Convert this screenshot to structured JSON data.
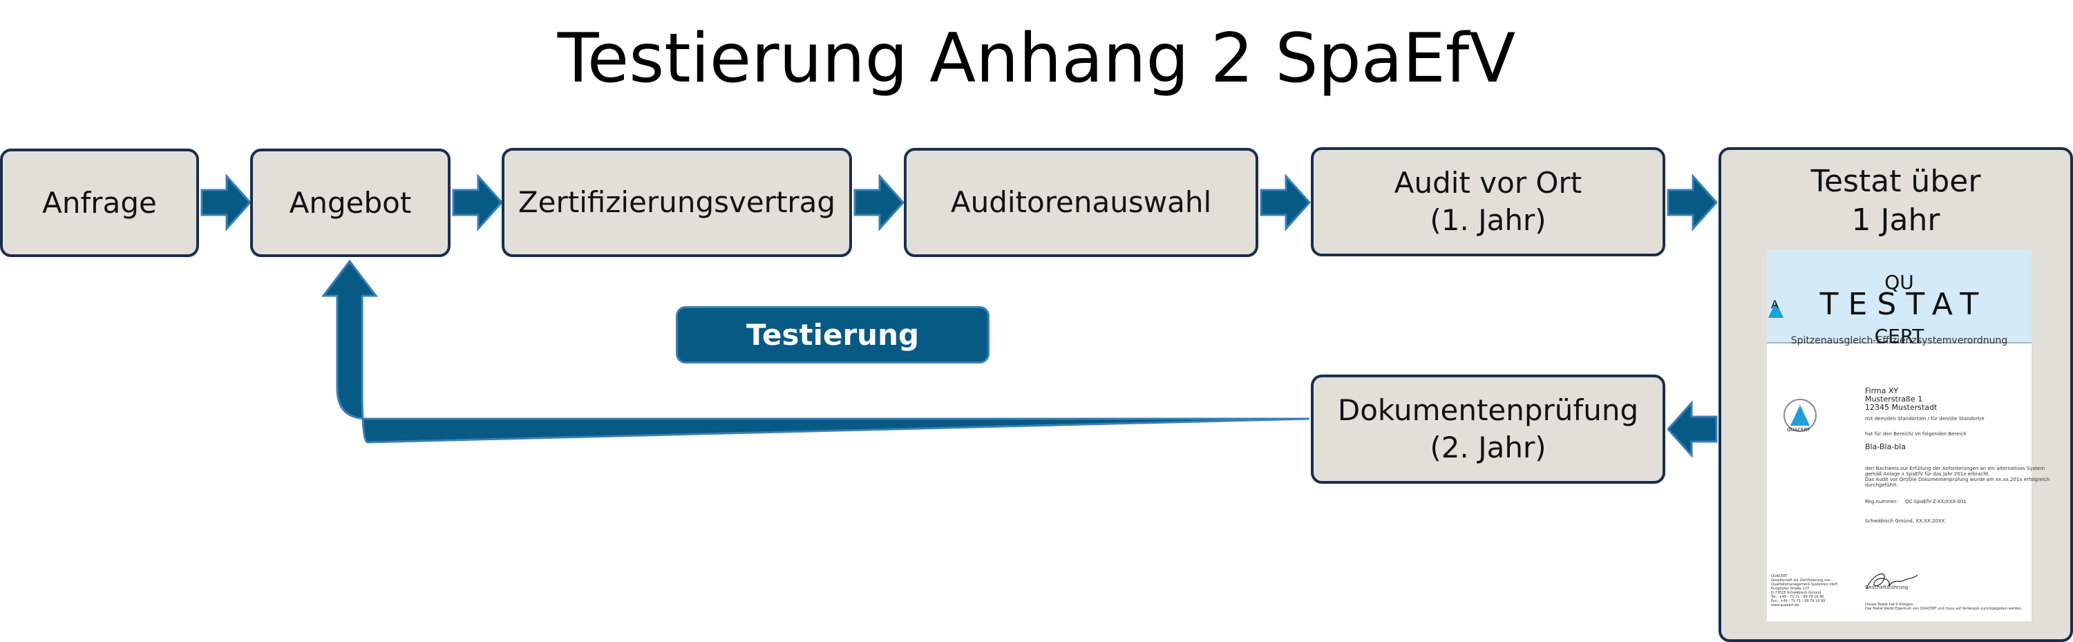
{
  "title": "Testierung Anhang 2 SpaEfV",
  "colors": {
    "box_fill": "#e1dfd8",
    "box_border": "#1b2e4e",
    "arrow_fill": "#065a84",
    "arrow_border": "#3b7fb8",
    "badge_fill": "#065a84",
    "logo_triangle": "#1f9fd6",
    "doc_header": "#d4eaf9"
  },
  "steps": [
    {
      "id": "anfrage",
      "lines": [
        "Anfrage"
      ]
    },
    {
      "id": "angebot",
      "lines": [
        "Angebot"
      ]
    },
    {
      "id": "zertifizierungsvertrag",
      "lines": [
        "Zertifizierungsvertrag"
      ]
    },
    {
      "id": "auditorenauswahl",
      "lines": [
        "Auditorenauswahl"
      ]
    },
    {
      "id": "audit-vor-ort",
      "lines": [
        "Audit vor Ort",
        "(1. Jahr)"
      ]
    },
    {
      "id": "testat",
      "lines": [
        "Testat über",
        "1 Jahr"
      ]
    },
    {
      "id": "dokumentenpruefung",
      "lines": [
        "Dokumentenprüfung",
        "(2. Jahr)"
      ]
    }
  ],
  "badge": "Testierung",
  "certificate": {
    "logo": {
      "left": "QU",
      "apex": "A",
      "right": "CERT"
    },
    "heading": "TESTAT",
    "subheading": "Spitzenausgleich-Effizienzsystemverordnung",
    "company_lines": [
      "Firma XY",
      "Musterstraße 1",
      "12345 Musterstadt"
    ],
    "site_line": "mit dem/den Standort/en / für den/die Standort/e",
    "area_intro": "hat für den Bereich/ im folgenden Bereich",
    "area_value": "Bla-Bla-bla",
    "statement_lines": [
      "den Nachweis zur Erfüllung der Anforderungen an ein alternatives System",
      "gemäß Anlage x SpaEfV für das Jahr 201x erbracht.",
      "Das Audit vor Ort/Die Dokumentenprüfung wurde am xx.xx.201x erfolgreich",
      "durchgeführt."
    ],
    "reg_label": "Reg.nummer:",
    "reg_value": "QC-SpaEfV-Z-XX/XXX-001",
    "place_date": "Schwäbisch Gmünd, XX.XX.20XX",
    "signature_label": "Geschäftsführung",
    "seal_text": "QUACERT",
    "footer_note_lines": [
      "Dieses Testat hat 0 Anlagen.",
      "Das Testat bleibt Eigentum von QUACERT und muss auf Verlangen zurückgegeben werden."
    ],
    "address_lines": [
      "QUACERT",
      "Gesellschaft zur Zertifizierung von",
      "Qualitätsmanagement-Systemen mbH",
      "Eutighofer Straße 137",
      "D-73525 Schwäbisch Gmünd",
      "Tel.: +49 - 71 71 - 99 79 16 40",
      "Fax.: +49 - 71 71 - 99 79 16 99",
      "www.quacert.de"
    ]
  }
}
